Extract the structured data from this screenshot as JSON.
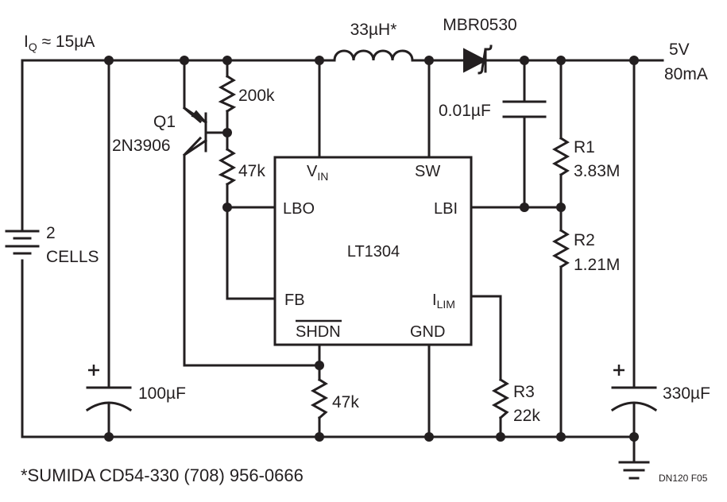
{
  "supply": {
    "iq_prefix": "I",
    "iq_sub": "Q",
    "iq_value": " ≈ 15µA",
    "cells_count": "2",
    "cells_label": "CELLS"
  },
  "output": {
    "voltage": "5V",
    "current": "80mA"
  },
  "components": {
    "inductor_value": "33µH*",
    "diode_part": "MBR0530",
    "cap_small_value": "0.01µF",
    "q1_ref": "Q1",
    "q1_part": "2N3906",
    "r_top_value": "200k",
    "r_mid_value": "47k",
    "r_shdn_value": "47k",
    "r1_ref": "R1",
    "r1_value": "3.83M",
    "r2_ref": "R2",
    "r2_value": "1.21M",
    "r3_ref": "R3",
    "r3_value": "22k",
    "cin_value": "100µF",
    "cout_value": "330µF"
  },
  "ic": {
    "name": "LT1304",
    "pin_vin_main": "V",
    "pin_vin_sub": "IN",
    "pin_sw": "SW",
    "pin_lbo": "LBO",
    "pin_lbi": "LBI",
    "pin_fb": "FB",
    "pin_ilim_main": "I",
    "pin_ilim_sub": "LIM",
    "pin_shdn": "SHDN",
    "pin_gnd": "GND"
  },
  "footnote": "*SUMIDA CD54-330 (708) 956-0666",
  "figure_id": "DN120 F05",
  "colors": {
    "ink": "#231f20",
    "background": "#ffffff"
  }
}
